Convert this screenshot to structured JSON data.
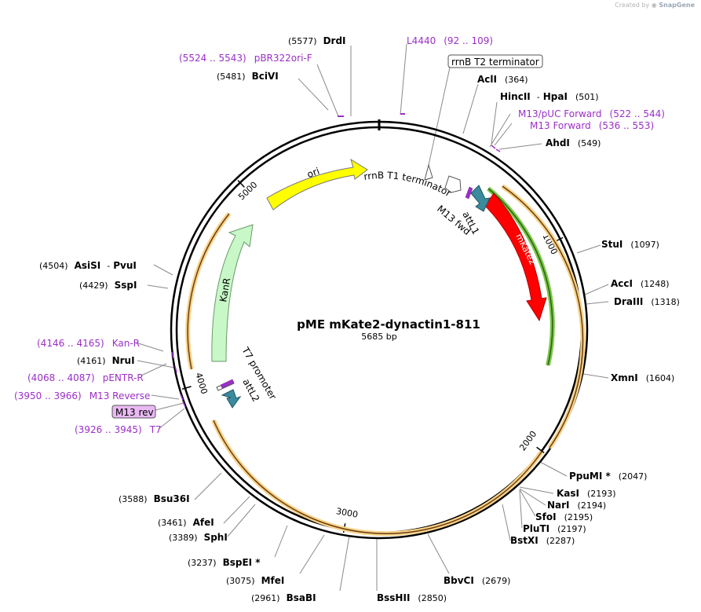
{
  "credit": {
    "prefix": "Created by",
    "brand": "SnapGene"
  },
  "plasmid": {
    "name": "pME mKate2-dynactin1-811",
    "length_label": "5685 bp",
    "length": 5685
  },
  "colors": {
    "backbone": "#000000",
    "primer": "#9b2fc9",
    "ori": "#ffff00",
    "kanr": "#c8f7c8",
    "mkate2": "#ff0000",
    "att": "#3b8a9e",
    "orf_highlight": "#f8d38a",
    "orf_green": "#7ac94a"
  },
  "ticks": [
    {
      "pos": 1000,
      "label": "1000"
    },
    {
      "pos": 2000,
      "label": "2000"
    },
    {
      "pos": 3000,
      "label": "3000"
    },
    {
      "pos": 4000,
      "label": "4000"
    },
    {
      "pos": 5000,
      "label": "5000"
    }
  ],
  "sites": [
    {
      "name": "DrdI",
      "pos_label": "(5577)"
    },
    {
      "name": "BciVI",
      "pos_label": "(5481)"
    },
    {
      "name": "AclI",
      "pos_label": "(364)"
    },
    {
      "name": "HincII",
      "sep": "-",
      "name2": "HpaI",
      "pos_label": "(501)"
    },
    {
      "name": "AhdI",
      "pos_label": "(549)"
    },
    {
      "name": "StuI",
      "pos_label": "(1097)"
    },
    {
      "name": "AccI",
      "pos_label": "(1248)"
    },
    {
      "name": "DraIII",
      "pos_label": "(1318)"
    },
    {
      "name": "XmnI",
      "pos_label": "(1604)"
    },
    {
      "name": "PpuMI *",
      "pos_label": "(2047)"
    },
    {
      "name": "KasI",
      "pos_label": "(2193)"
    },
    {
      "name": "NarI",
      "pos_label": "(2194)"
    },
    {
      "name": "SfoI",
      "pos_label": "(2195)"
    },
    {
      "name": "PluTI",
      "pos_label": "(2197)"
    },
    {
      "name": "BstXI",
      "pos_label": "(2287)"
    },
    {
      "name": "BbvCI",
      "pos_label": "(2679)"
    },
    {
      "name": "BssHII",
      "pos_label": "(2850)"
    },
    {
      "name": "BsaBI",
      "pos_label": "(2961)"
    },
    {
      "name": "MfeI",
      "pos_label": "(3075)"
    },
    {
      "name": "BspEI *",
      "pos_label": "(3237)"
    },
    {
      "name": "SphI",
      "pos_label": "(3389)"
    },
    {
      "name": "AfeI",
      "pos_label": "(3461)"
    },
    {
      "name": "Bsu36I",
      "pos_label": "(3588)"
    },
    {
      "name": "NruI",
      "pos_label": "(4161)"
    },
    {
      "name": "SspI",
      "pos_label": "(4429)"
    },
    {
      "name": "AsiSI",
      "sep": "-",
      "name2": "PvuI",
      "pos_label": "(4504)"
    }
  ],
  "primers": [
    {
      "name": "pBR322ori-F",
      "range": "(5524 .. 5543)"
    },
    {
      "name": "L4440",
      "range": "(92 .. 109)"
    },
    {
      "name": "M13/pUC Forward",
      "range": "(522 .. 544)"
    },
    {
      "name": "M13 Forward",
      "range": "(536 .. 553)"
    },
    {
      "name": "Kan-R",
      "range": "(4146 .. 4165)"
    },
    {
      "name": "pENTR-R",
      "range": "(4068 .. 4087)"
    },
    {
      "name": "M13 Reverse",
      "range": "(3950 .. 3966)"
    },
    {
      "name": "T7",
      "range": "(3926 .. 3945)"
    }
  ],
  "boxed_labels": {
    "rrnb_t2": "rrnB T2 terminator",
    "m13rev": "M13 rev"
  },
  "features": {
    "ori": "ori",
    "kanr": "KanR",
    "mkate2": "mKate2",
    "rrnb_t1": "rrnB T1 terminator",
    "m13fwd": "M13 fwd",
    "attl1": "attL1",
    "t7promoter": "T7 promoter",
    "attl2": "attL2"
  }
}
